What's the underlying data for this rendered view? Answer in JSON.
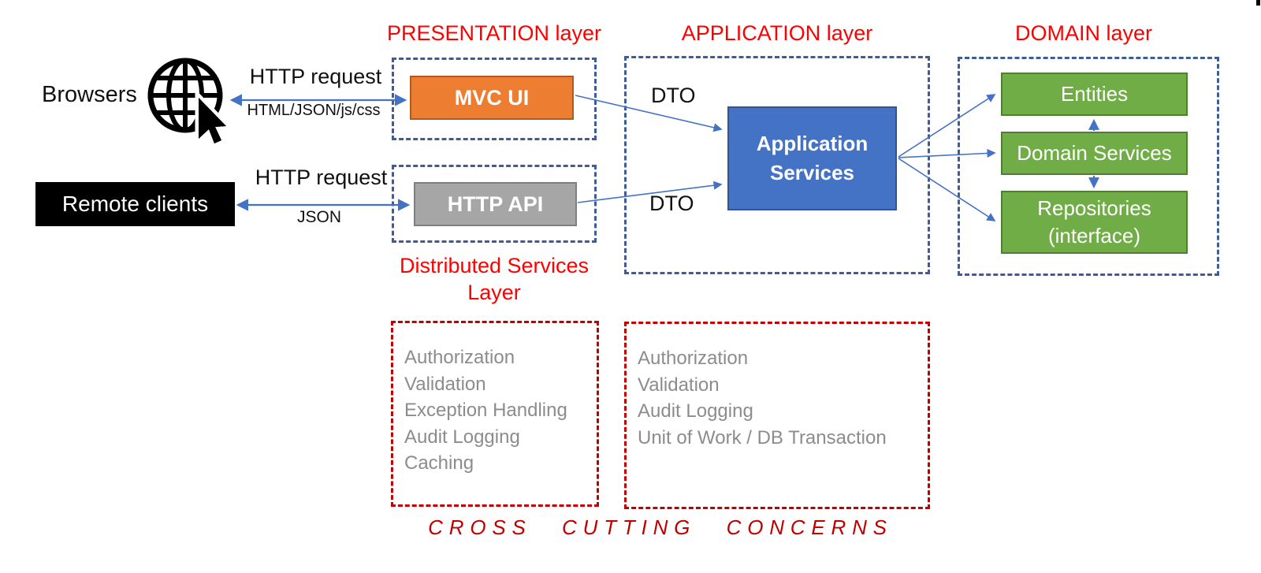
{
  "clients": {
    "browsers_label": "Browsers",
    "remote_clients_label": "Remote clients"
  },
  "edges": {
    "http_request_top": "HTTP request",
    "http_response_top": "HTML/JSON/js/css",
    "http_request_bottom": "HTTP request",
    "http_response_bottom": "JSON",
    "dto_top": "DTO",
    "dto_bottom": "DTO"
  },
  "presentation": {
    "title": "PRESENTATION layer",
    "mvc_ui_label": "MVC UI",
    "http_api_label": "HTTP API",
    "distributed_line1": "Distributed Services",
    "distributed_line2": "Layer"
  },
  "application": {
    "title": "APPLICATION layer",
    "app_services_line1": "Application",
    "app_services_line2": "Services"
  },
  "domain": {
    "title": "DOMAIN layer",
    "entities_label": "Entities",
    "domain_services_label": "Domain Services",
    "repositories_line1": "Repositories",
    "repositories_line2": "(interface)"
  },
  "cross_cutting": {
    "left_items": [
      "Authorization",
      "Validation",
      "Exception Handling",
      "Audit Logging",
      "Caching"
    ],
    "right_items": [
      "Authorization",
      "Validation",
      "Audit Logging",
      "Unit of Work / DB Transaction"
    ],
    "footer": "CROSS CUTTING CONCERNS"
  },
  "icons": {
    "globe_cursor": "globe-with-cursor-icon"
  },
  "colors": {
    "title_red": "#FF0000",
    "dashed_red": "#C00000",
    "dashed_blue": "#3E5C96",
    "arrow_blue": "#4472C4",
    "orange_fill": "#ED7D31",
    "orange_border": "#AE5A21",
    "gray_fill": "#A6A6A6",
    "gray_border": "#7F7F7F",
    "blue_fill": "#4472C4",
    "blue_border": "#2F5597",
    "green_fill": "#70AD47",
    "green_border": "#507E32",
    "gray_text": "#8C8C8C"
  }
}
